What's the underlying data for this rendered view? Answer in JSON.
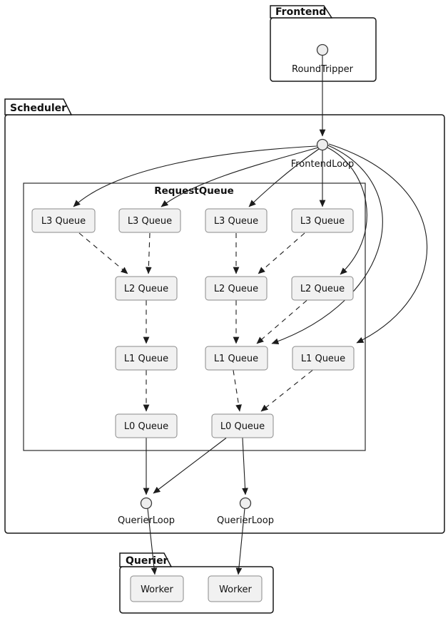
{
  "diagram_type": "component-diagram",
  "packages": {
    "frontend": {
      "label": "Frontend"
    },
    "scheduler": {
      "label": "Scheduler"
    },
    "querier": {
      "label": "Querier"
    }
  },
  "nodes": {
    "round_tripper": {
      "label": "RoundTripper",
      "shape": "interface-circle"
    },
    "frontend_loop": {
      "label": "FrontendLoop",
      "shape": "interface-circle"
    }
  },
  "querier_loops": [
    "QuerierLoop",
    "QuerierLoop"
  ],
  "workers": [
    "Worker",
    "Worker"
  ],
  "request_queue": {
    "title": "RequestQueue",
    "l3": [
      "L3 Queue",
      "L3 Queue",
      "L3 Queue",
      "L3 Queue"
    ],
    "l2": [
      "L2 Queue",
      "L2 Queue",
      "L2 Queue"
    ],
    "l1": [
      "L1 Queue",
      "L1 Queue",
      "L1 Queue"
    ],
    "l0": [
      "L0 Queue",
      "L0 Queue"
    ]
  },
  "edges": [
    {
      "from": "RoundTripper",
      "to": "FrontendLoop",
      "style": "solid"
    },
    {
      "from": "FrontendLoop",
      "to": "L3 Queue 1",
      "style": "solid"
    },
    {
      "from": "FrontendLoop",
      "to": "L3 Queue 2",
      "style": "solid"
    },
    {
      "from": "FrontendLoop",
      "to": "L3 Queue 3",
      "style": "solid"
    },
    {
      "from": "FrontendLoop",
      "to": "L3 Queue 4",
      "style": "solid"
    },
    {
      "from": "FrontendLoop",
      "to": "L2 Queue 3",
      "style": "solid"
    },
    {
      "from": "FrontendLoop",
      "to": "L1 Queue 2",
      "style": "solid"
    },
    {
      "from": "FrontendLoop",
      "to": "L1 Queue 3",
      "style": "solid"
    },
    {
      "from": "L3 Queue 1",
      "to": "L2 Queue 1",
      "style": "dashed"
    },
    {
      "from": "L3 Queue 2",
      "to": "L2 Queue 1",
      "style": "dashed"
    },
    {
      "from": "L3 Queue 3",
      "to": "L2 Queue 2",
      "style": "dashed"
    },
    {
      "from": "L3 Queue 4",
      "to": "L2 Queue 2",
      "style": "dashed"
    },
    {
      "from": "L2 Queue 1",
      "to": "L1 Queue 1",
      "style": "dashed"
    },
    {
      "from": "L2 Queue 2",
      "to": "L1 Queue 2",
      "style": "dashed"
    },
    {
      "from": "L2 Queue 3",
      "to": "L1 Queue 2",
      "style": "dashed"
    },
    {
      "from": "L1 Queue 1",
      "to": "L0 Queue 1",
      "style": "dashed"
    },
    {
      "from": "L1 Queue 2",
      "to": "L0 Queue 2",
      "style": "dashed"
    },
    {
      "from": "L1 Queue 3",
      "to": "L0 Queue 2",
      "style": "dashed"
    },
    {
      "from": "L0 Queue 1",
      "to": "QuerierLoop 1",
      "style": "solid"
    },
    {
      "from": "L0 Queue 2",
      "to": "QuerierLoop 1",
      "style": "solid"
    },
    {
      "from": "L0 Queue 2",
      "to": "QuerierLoop 2",
      "style": "solid"
    },
    {
      "from": "QuerierLoop 1",
      "to": "Worker 1",
      "style": "solid"
    },
    {
      "from": "QuerierLoop 2",
      "to": "Worker 2",
      "style": "solid"
    }
  ],
  "colors": {
    "edge": "#1c1c1c",
    "package_border": "#181818",
    "node_fill": "#f1f1f1",
    "node_border": "#8a8a8a",
    "circle_fill": "#eeeeee",
    "circle_border": "#3a3a3a",
    "text": "#111111",
    "bg": "#ffffff"
  }
}
